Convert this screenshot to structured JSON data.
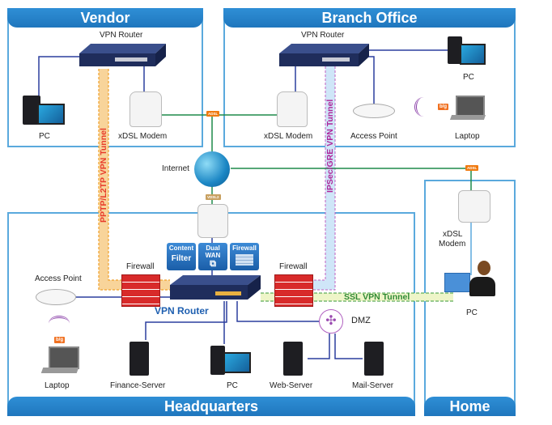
{
  "zones": {
    "vendor": "Vendor",
    "branch": "Branch Office",
    "headquarters": "Headquarters",
    "home": "Home"
  },
  "vendor": {
    "router": "VPN Router",
    "pc": "PC",
    "modem": "xDSL Modem"
  },
  "branch": {
    "router": "VPN Router",
    "modem": "xDSL Modem",
    "ap": "Access Point",
    "pc": "PC",
    "laptop": "Laptop",
    "wifi_badge": "b/g"
  },
  "center": {
    "internet": "Internet",
    "adsl_badge_top": "ADSL",
    "vdsl_badge": "VDSL2"
  },
  "tunnels": {
    "pptp": "PPTP/L2TP VPN Tunnel",
    "ipsec": "IPSec/GRE VPN Tunnel",
    "ssl": "SSL VPN Tunnel"
  },
  "hq": {
    "features": [
      {
        "top": "Content",
        "bottom": "Filter"
      },
      {
        "top": "Dual WAN",
        "bottom": ""
      },
      {
        "top": "Firewall",
        "bottom": ""
      }
    ],
    "firewall_left": "Firewall",
    "firewall_right": "Firewall",
    "router": "VPN Router",
    "ap": "Access Point",
    "laptop": "Laptop",
    "wifi_badge": "b/g",
    "finance": "Finance-Server",
    "pc": "PC",
    "dmz": "DMZ",
    "web": "Web-Server",
    "mail": "Mail-Server"
  },
  "home": {
    "adsl_badge": "ADSL",
    "modem_line1": "xDSL",
    "modem_line2": "Modem",
    "pc": "PC"
  }
}
